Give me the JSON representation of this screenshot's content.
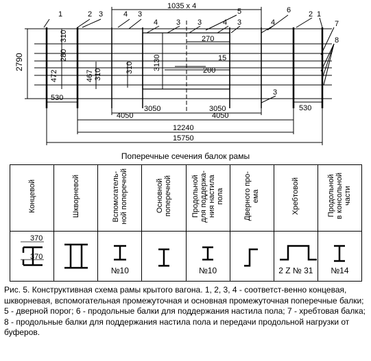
{
  "scheme": {
    "callouts_left": [
      "1",
      "2",
      "3",
      "4",
      "3",
      "4",
      "3",
      "3",
      "4"
    ],
    "callouts_right": [
      "5",
      "6",
      "2",
      "1",
      "7",
      "8",
      "3",
      "4"
    ],
    "dim_top": "1035 x 4",
    "dim_height": "2790",
    "dim_310a": "310",
    "dim_280": "280",
    "dim_472": "472",
    "dim_467": "467",
    "dim_310b": "310",
    "dim_310c": "310",
    "dim_3130": "3130",
    "dim_270": "270",
    "dim_15": "15",
    "dim_200": "200",
    "dim_530a": "530",
    "dim_530b": "530",
    "dim_3050a": "3050",
    "dim_3050b": "3050",
    "dim_4050a": "4050",
    "dim_4050b": "4050",
    "dim_12240": "12240",
    "dim_15750": "15750",
    "callout_3_low": "3"
  },
  "sections": {
    "title": "Поперечные сечения балок рамы",
    "columns": [
      {
        "header": "Концевой",
        "label": ""
      },
      {
        "header": "Шкворневой",
        "label": ""
      },
      {
        "header": "Вспомогатель-\nной поперечной",
        "label": "№10"
      },
      {
        "header": "Основной\nпоперечной",
        "label": ""
      },
      {
        "header": "Продольной\nдля поддержа-\nния настила\nпола",
        "label": "№10"
      },
      {
        "header": "Дверного про-\nема",
        "label": ""
      },
      {
        "header": "Хребтовой",
        "label": "2 Z № 31"
      },
      {
        "header": "Продольной\nв консольной\nчасти",
        "label": "№14"
      }
    ],
    "dim_370a": "370",
    "dim_370b": "370"
  },
  "caption": "Рис. 5. Конструктивная схема рамы крытого вагона. 1, 2, 3, 4 - соответст-венно концевая, шкворневая, вспомогательная промежуточная и основная   промежуточная поперечные балки; 5 - дверной порог; 6 - продольные балки для поддержания настила пола; 7 - хребтовая балка; 8 - продольные балки   для поддержания настила пола и передачи продольной нагрузки от буферов."
}
